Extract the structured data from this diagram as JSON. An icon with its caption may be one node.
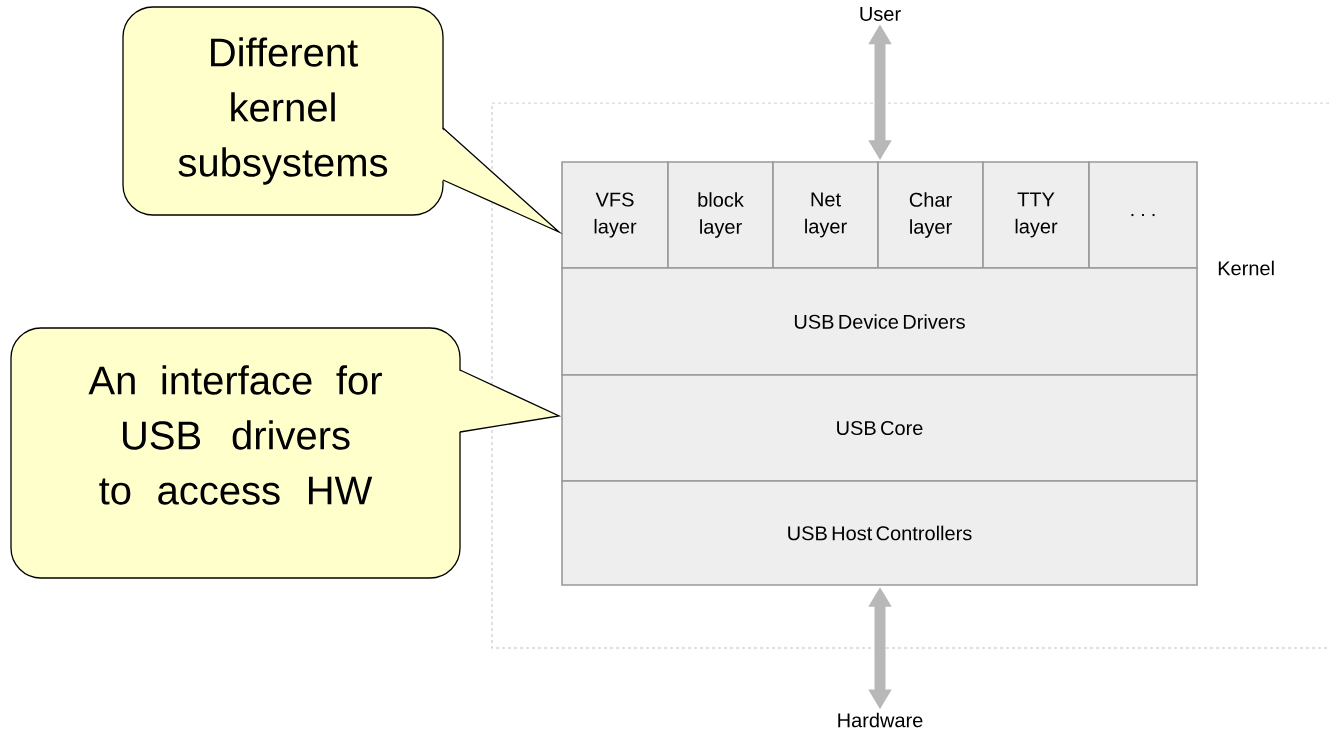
{
  "diagram": {
    "nodes": [
      {
        "text": [
          "Kernel"
        ]
      },
      {
        "text": [
          "User"
        ]
      },
      {
        "text": [
          "VFS layer"
        ],
        "in": 0
      },
      {
        "text": [
          "block layer"
        ],
        "in": 0
      },
      {
        "text": [
          "Net layer"
        ],
        "in": 0
      },
      {
        "text": [
          "Char layer"
        ],
        "in": 0
      },
      {
        "text": [
          "TTY layer"
        ],
        "in": 0
      },
      {
        "text": [
          ". . ."
        ],
        "in": 0
      },
      {
        "text": [
          "USB Device Drivers"
        ],
        "in": 0
      },
      {
        "text": [
          "USB Core"
        ],
        "in": 0
      },
      {
        "text": [
          "USB Host Controllers"
        ],
        "in": 0
      },
      {
        "text": [
          "Hardware"
        ]
      },
      {
        "text": [
          "Different kernel subsystems"
        ]
      },
      {
        "text": [
          "An interface for USB drivers to access HW"
        ]
      }
    ],
    "edges": [
      {
        "from": 1,
        "to": 4,
        "arrow": "both"
      },
      {
        "from": 10,
        "to": 11,
        "arrow": "both"
      }
    ]
  }
}
